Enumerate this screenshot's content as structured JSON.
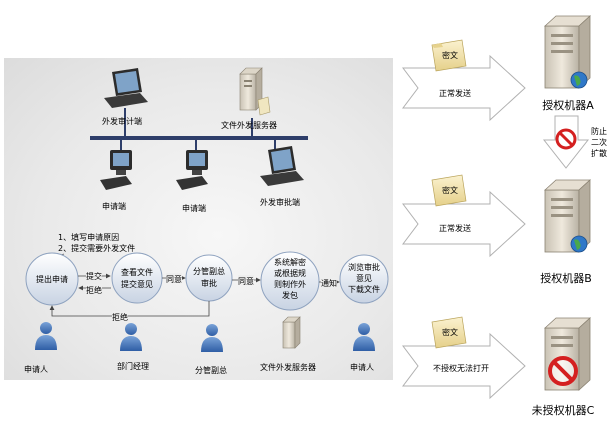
{
  "network": {
    "audit": "外发审计端",
    "server": "文件外发服务器",
    "client1": "申请端",
    "client2": "申请端",
    "approve": "外发审批端"
  },
  "notes": {
    "line1": "1、填写申请原因",
    "line2": "2、提交需要外发文件"
  },
  "flow": {
    "n1": "提出申请",
    "n2a": "查看文件",
    "n2b": "提交意见",
    "n3a": "分管副总",
    "n3b": "审批",
    "n4a": "系统解密",
    "n4b": "或根据规",
    "n4c": "则制作外",
    "n4d": "发包",
    "n5a": "浏览审批",
    "n5b": "意见",
    "n5c": "下载文件",
    "e_submit": "提交",
    "e_reject1": "拒绝",
    "e_agree1": "同意",
    "e_agree2": "同意",
    "e_notify": "通知",
    "e_reject2": "拒绝"
  },
  "roles": {
    "r1": "申请人",
    "r2": "部门经理",
    "r3": "分管副总",
    "r4": "文件外发服务器",
    "r5": "申请人"
  },
  "right": {
    "doc": "密文",
    "send1": "正常发送",
    "send2": "正常发送",
    "fail": "不授权无法打开",
    "machineA": "授权机器A",
    "machineB": "授权机器B",
    "machineC": "未授权机器C",
    "prevent1": "防止",
    "prevent2": "二次",
    "prevent3": "扩散"
  },
  "colors": {
    "flow_node": "#dde6f2",
    "person": "#4a78b8",
    "forbid": "#d42020",
    "arrow": "#ffffff"
  }
}
